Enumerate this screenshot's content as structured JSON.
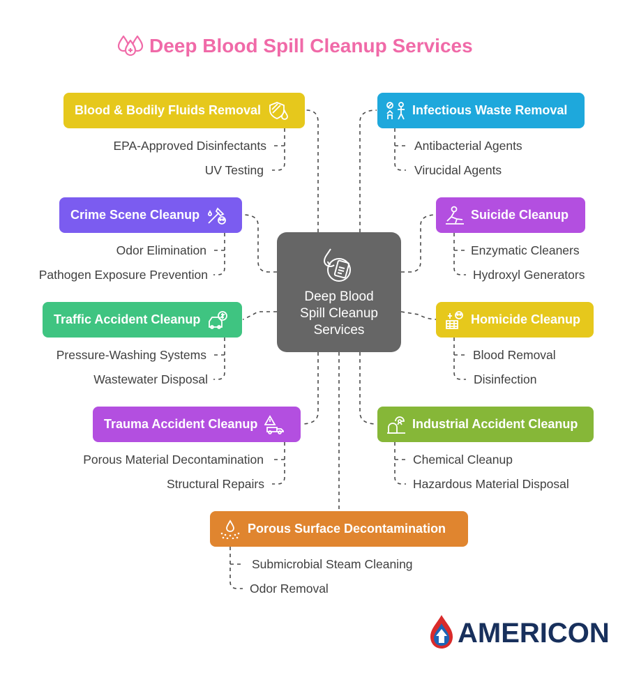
{
  "title": "Deep Blood Spill Cleanup Services",
  "center": {
    "lines": [
      "Deep Blood",
      "Spill Cleanup",
      "Services"
    ]
  },
  "colors": {
    "title": "#f06aa8",
    "yellow": "#e6c81c",
    "blue": "#1ea8dc",
    "purple": "#7b5cf0",
    "magenta": "#b34fe0",
    "green": "#3fc481",
    "lime": "#86b738",
    "orange": "#e0852f",
    "center": "#666666",
    "logo": "#18305c"
  },
  "categories": [
    {
      "label": "Blood & Bodily Fluids Removal",
      "icon": "shield-drop-icon",
      "items": [
        "EPA-Approved Disinfectants",
        "UV Testing"
      ]
    },
    {
      "label": "Infectious Waste Removal",
      "icon": "biohazard-worker-icon",
      "items": [
        "Antibacterial Agents",
        "Virucidal Agents"
      ]
    },
    {
      "label": "Crime Scene Cleanup",
      "icon": "crime-scene-icon",
      "items": [
        "Odor Elimination",
        "Pathogen Exposure Prevention"
      ]
    },
    {
      "label": "Suicide Cleanup",
      "icon": "person-lying-icon",
      "items": [
        "Enzymatic Cleaners",
        "Hydroxyl Generators"
      ]
    },
    {
      "label": "Traffic Accident Cleanup",
      "icon": "car-money-icon",
      "items": [
        "Pressure-Washing Systems",
        "Wastewater Disposal"
      ]
    },
    {
      "label": "Homicide Cleanup",
      "icon": "skull-hazard-icon",
      "items": [
        "Blood Removal",
        "Disinfection"
      ]
    },
    {
      "label": "Trauma Accident Cleanup",
      "icon": "warning-truck-icon",
      "items": [
        "Porous Material Decontamination",
        "Structural Repairs"
      ]
    },
    {
      "label": "Industrial Accident Cleanup",
      "icon": "radiation-worker-icon",
      "items": [
        "Chemical Cleanup",
        "Hazardous Material Disposal"
      ]
    },
    {
      "label": "Porous Surface Decontamination",
      "icon": "drop-spray-icon",
      "items": [
        "Submicrobial Steam Cleaning",
        "Odor Removal"
      ]
    }
  ],
  "logo": {
    "text": "AMERICON"
  }
}
